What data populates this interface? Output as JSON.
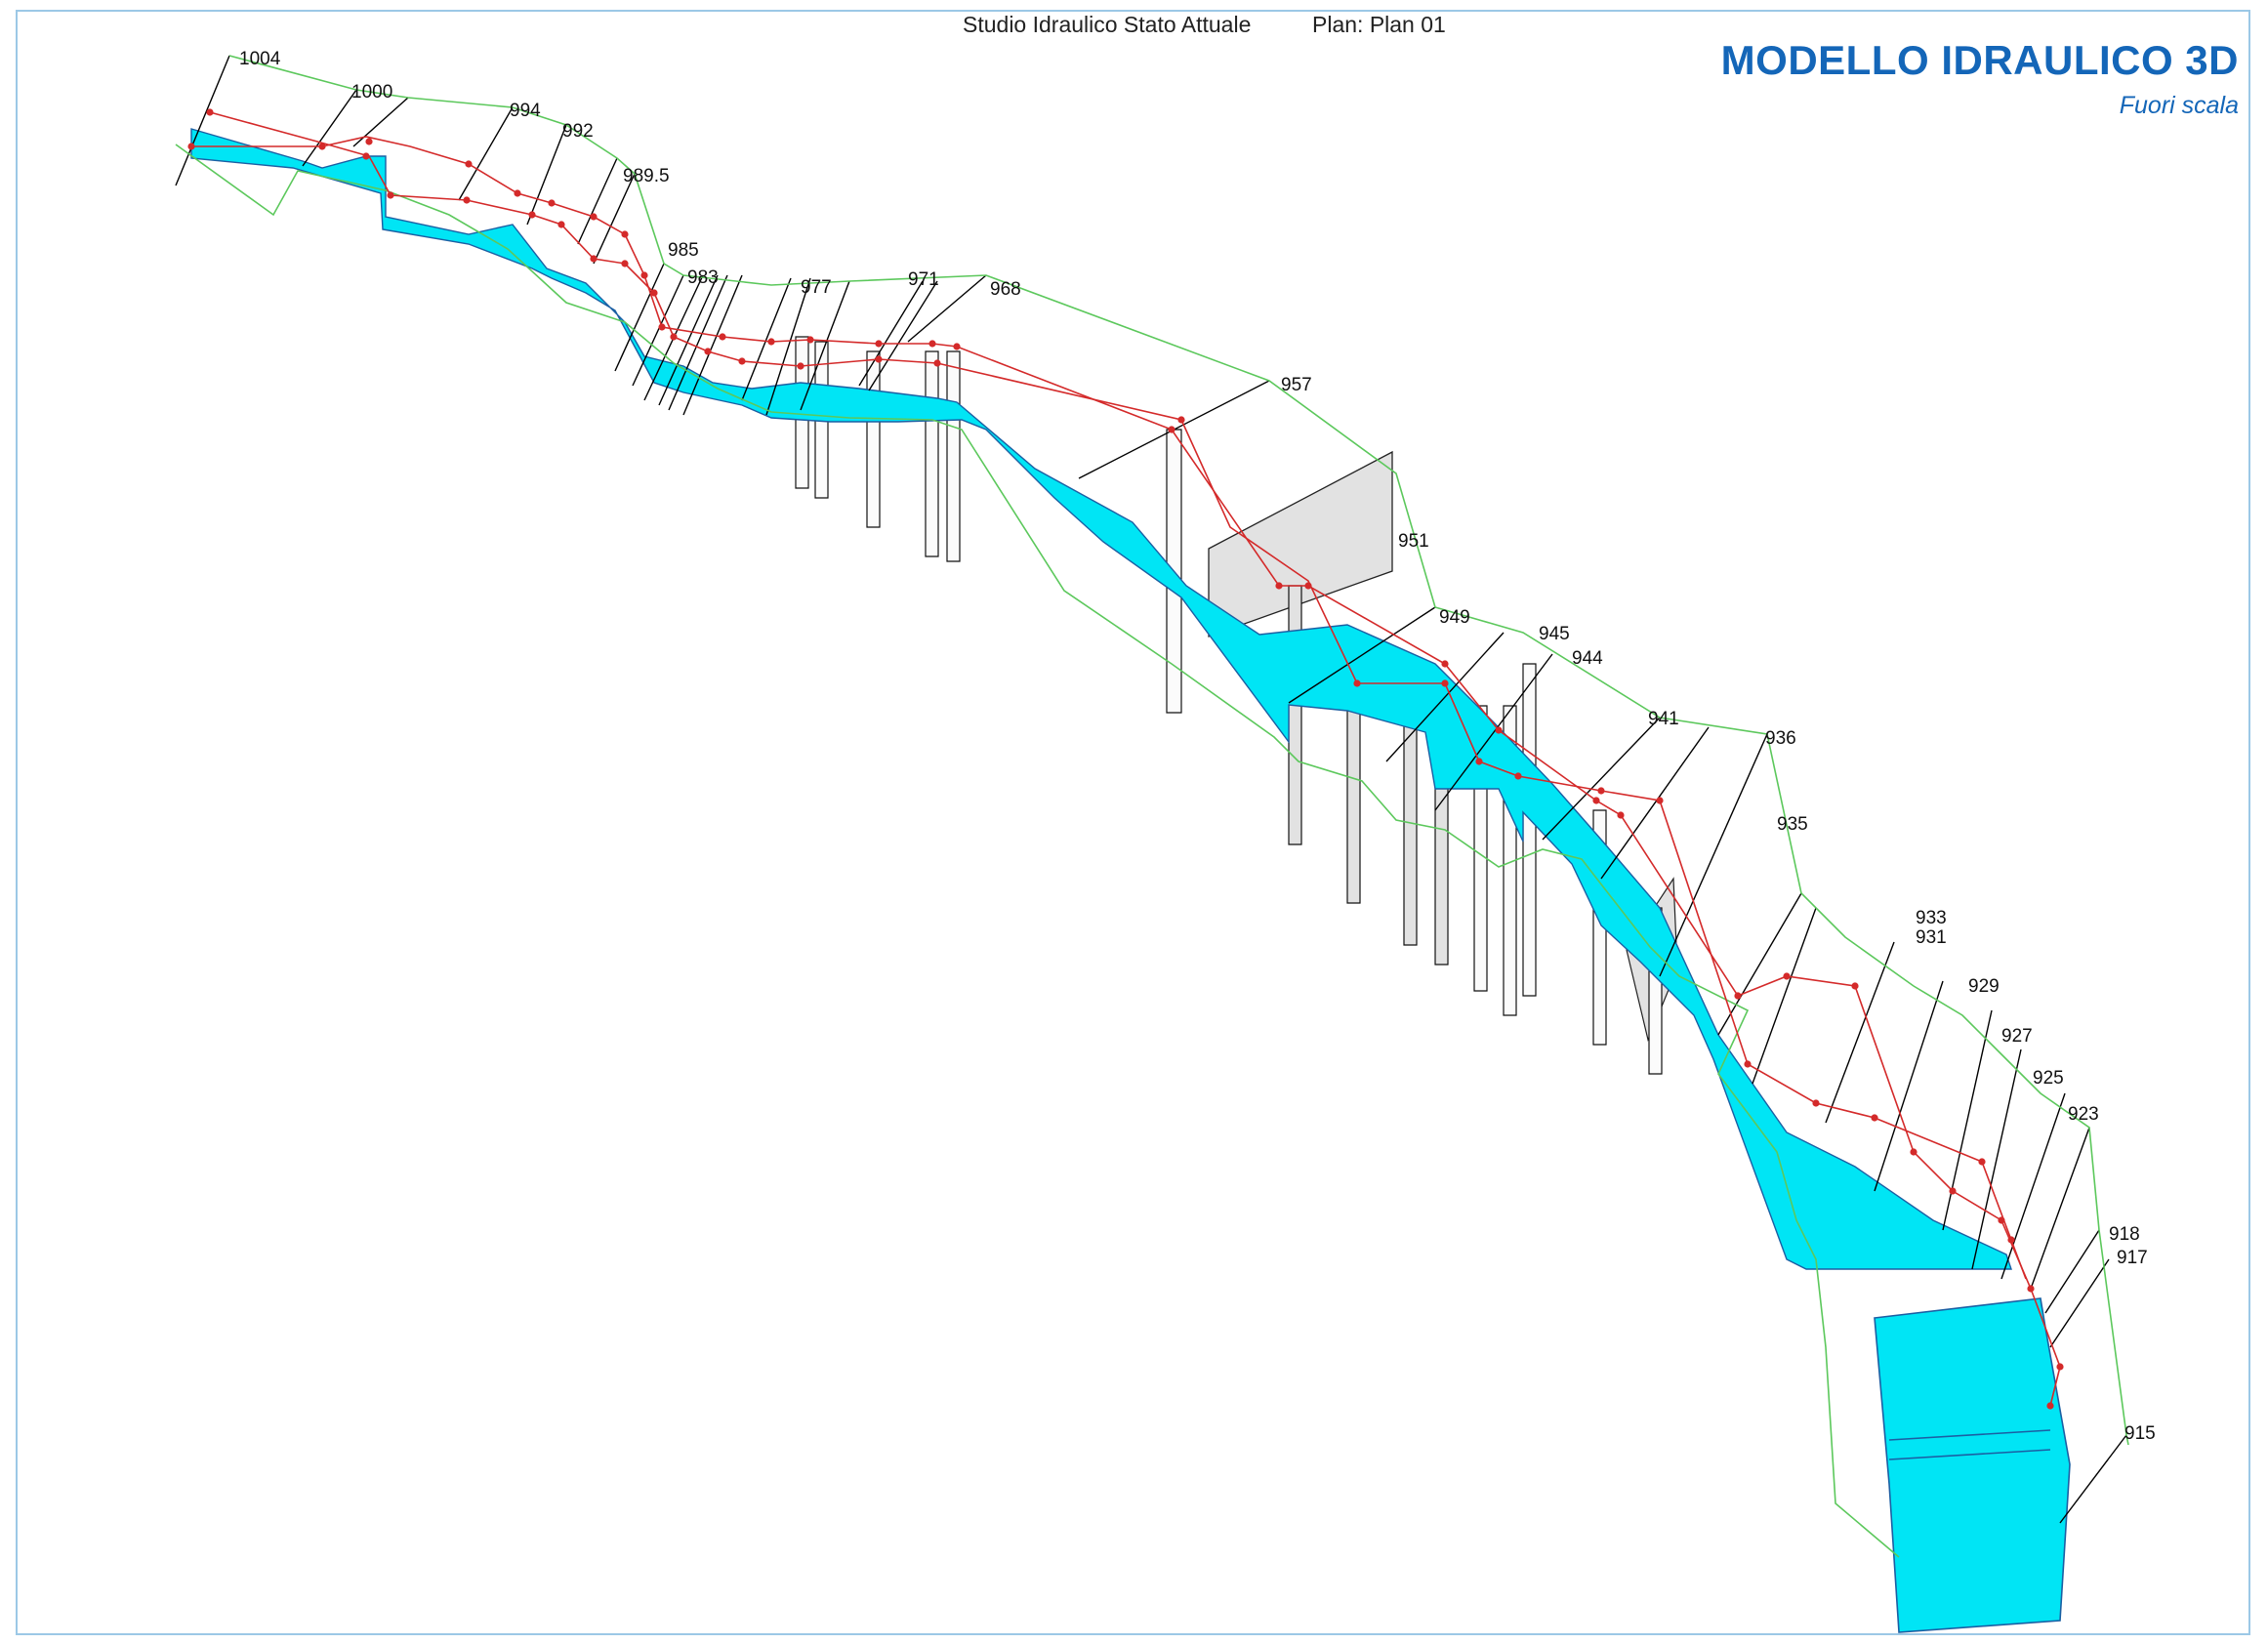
{
  "header": {
    "title": "Studio Idraulico Stato Attuale",
    "plan": "Plan: Plan 01"
  },
  "brand": {
    "title": "MODELLO IDRAULICO 3D",
    "subtitle": "Fuori scala"
  },
  "stations": [
    "1004",
    "1000",
    "994",
    "992",
    "989.5",
    "985",
    "983",
    "977",
    "971",
    "968",
    "957",
    "951",
    "949",
    "945",
    "944",
    "941",
    "936",
    "935",
    "933",
    "931",
    "929",
    "927",
    "925",
    "923",
    "918",
    "917",
    "915"
  ],
  "colors": {
    "water": "#00e5f5",
    "water_edge": "#1b5fa3",
    "bank_line": "#d42a2a",
    "overbank_line": "#5cc85c",
    "section_line": "#000000",
    "structure_fill": "#e2e2e2",
    "accent": "#1466b8"
  }
}
